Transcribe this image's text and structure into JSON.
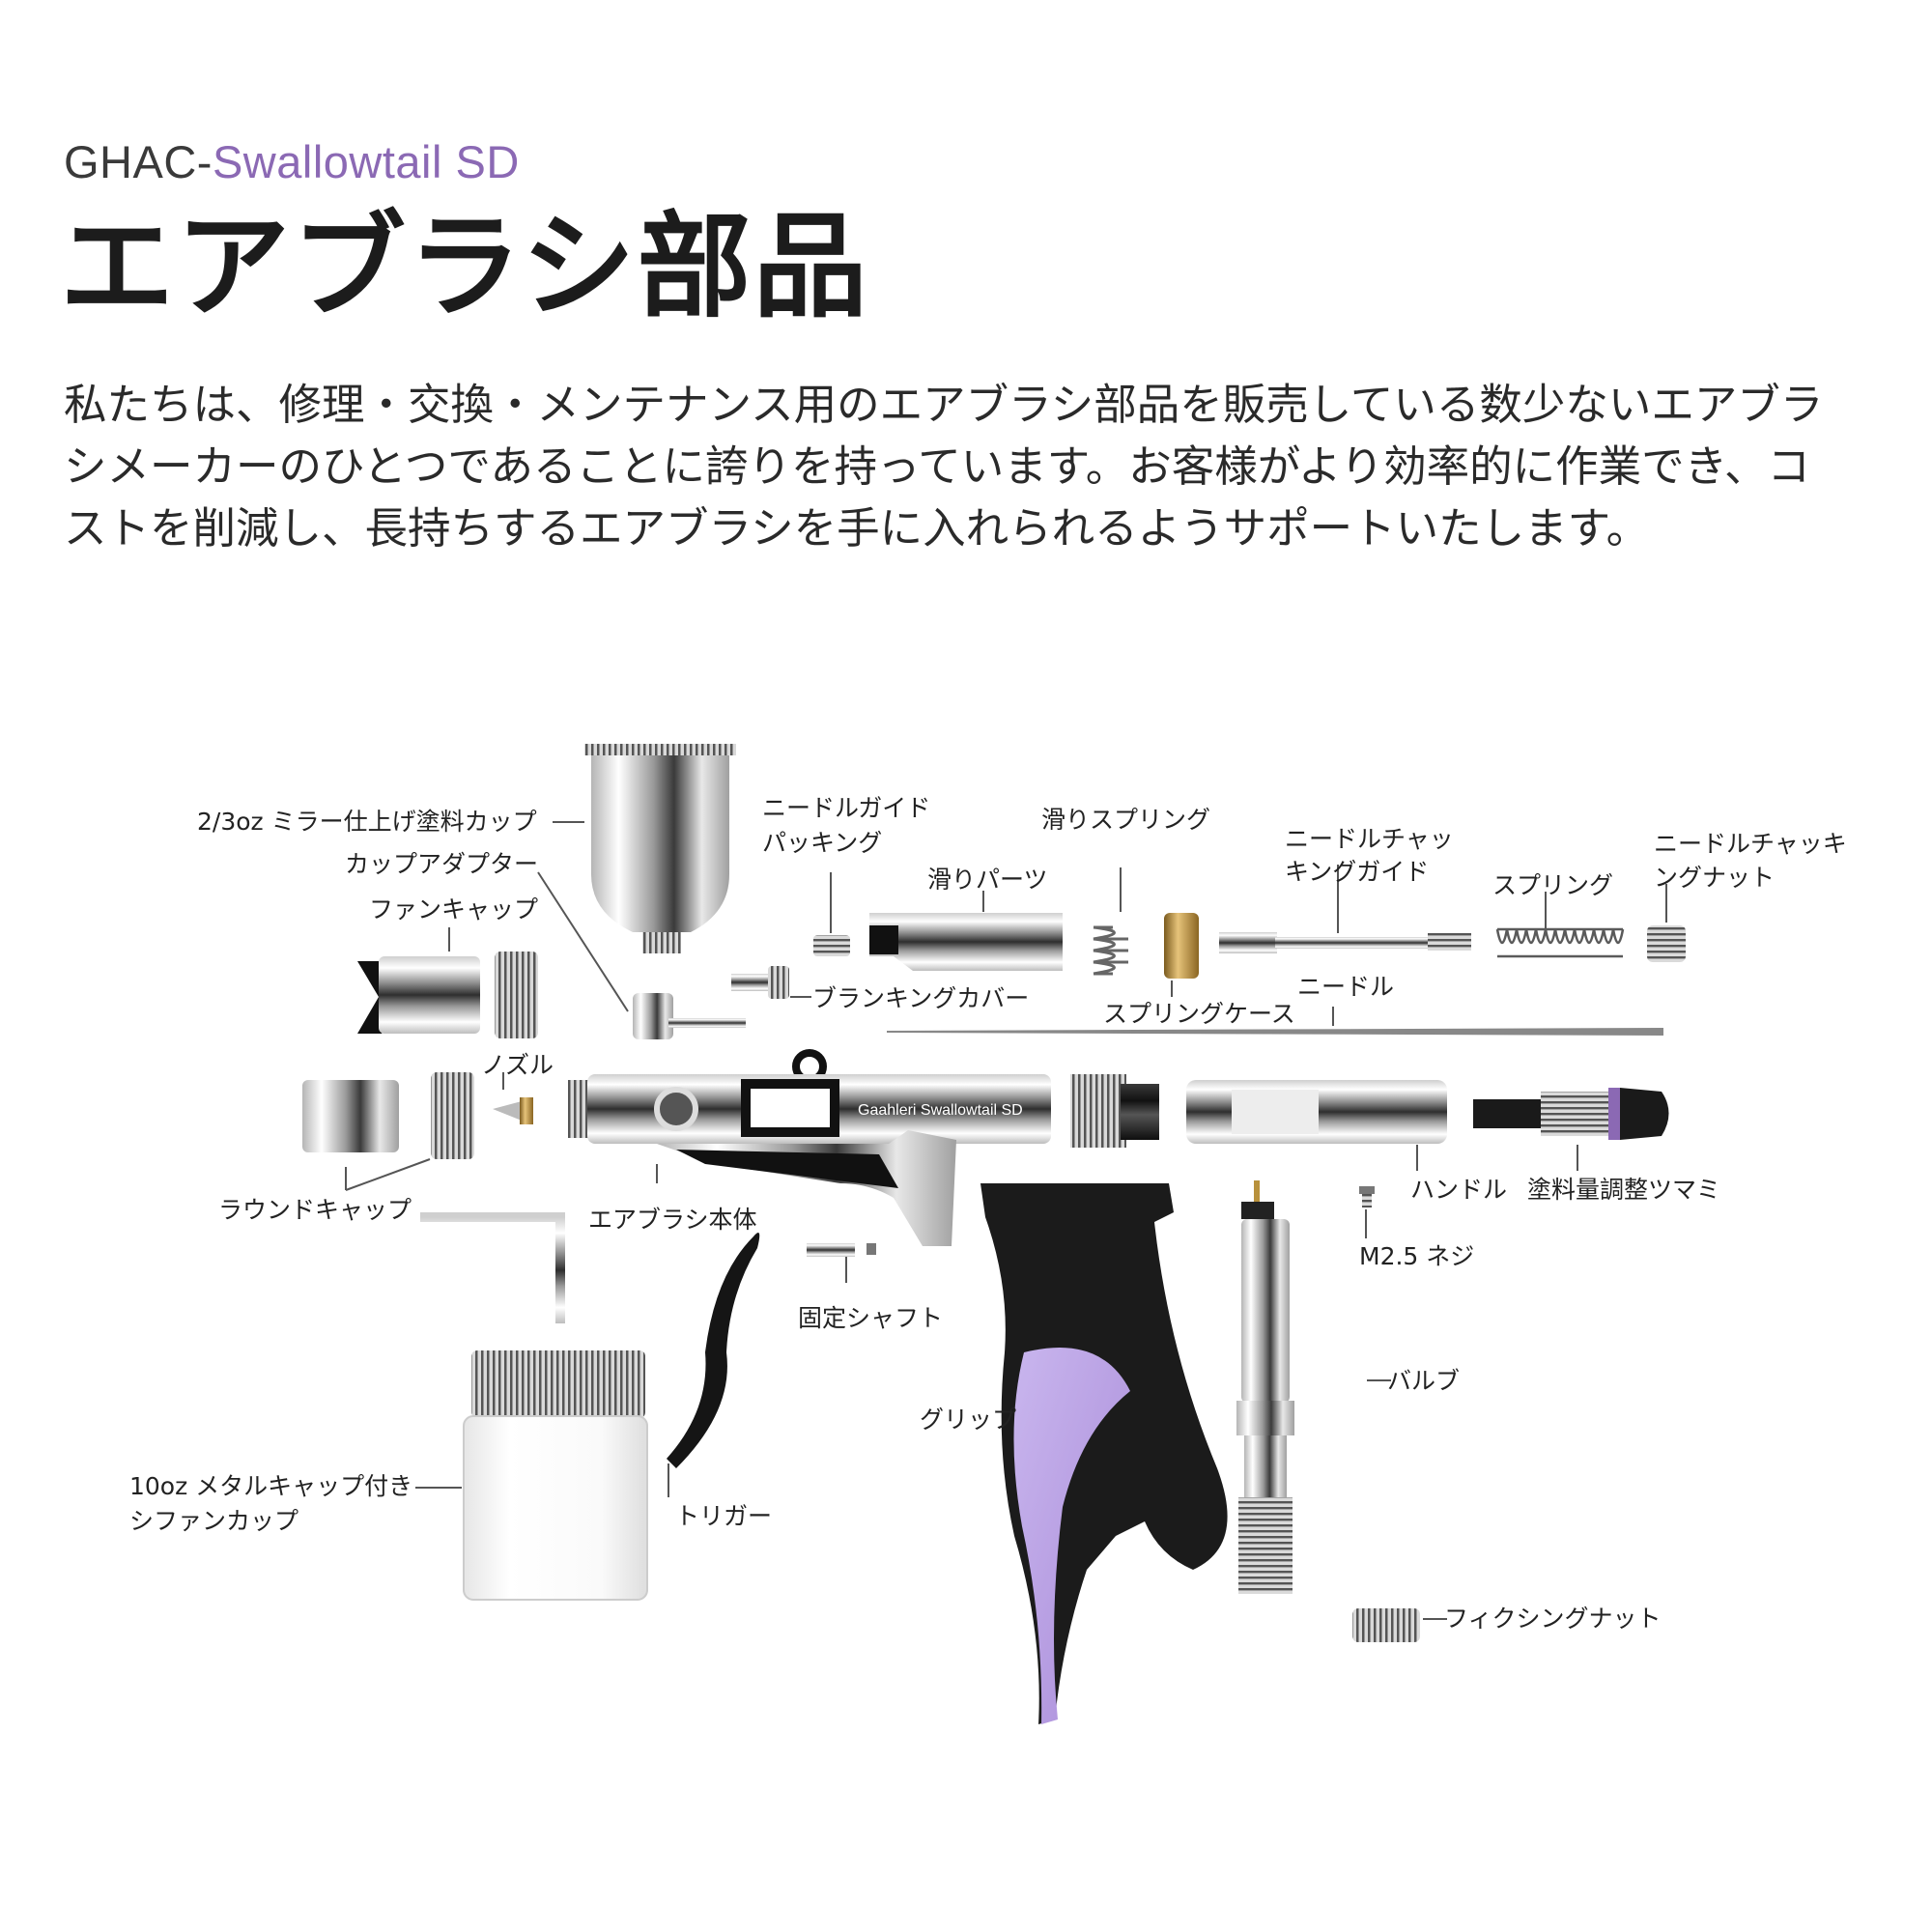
{
  "header": {
    "brand_prefix": "GHAC-",
    "brand_suffix": "Swallowtail SD",
    "title": "エアブラシ部品",
    "intro_lines": [
      "私たちは、修理・交換・メンテナンス用のエアブラシ部品を販売している数少ないエアブラ",
      "シメーカーのひとつであることに誇りを持っています。お客様がより効率的に作業でき、コ",
      "ストを削減し、長持ちするエアブラシを手に入れられるようサポートいたします。"
    ]
  },
  "body_marking": "Gaahleri Swallowtail SD",
  "parts": {
    "paint_cup": "2/3oz ミラー仕上げ塗料カップ",
    "cup_adapter": "カップアダプター",
    "fan_cap": "ファンキャップ",
    "needle_guide_packing_1": "ニードルガイド",
    "needle_guide_packing_2": "パッキング",
    "slide_part": "滑りパーツ",
    "slide_spring": "滑りスプリング",
    "chucking_guide_1": "ニードルチャッ",
    "chucking_guide_2": "キングガイド",
    "spring": "スプリング",
    "chucking_nut_1": "ニードルチャッキ",
    "chucking_nut_2": "ングナット",
    "blanking_cover": "ブランキングカバー",
    "spring_case": "スプリングケース",
    "needle": "ニードル",
    "nozzle": "ノズル",
    "round_cap": "ラウンドキャップ",
    "body": "エアブラシ本体",
    "handle": "ハンドル",
    "paint_adjust_knob": "塗料量調整ツマミ",
    "screw": "M2.5 ネジ",
    "fixing_shaft": "固定シャフト",
    "valve": "バルブ",
    "grip": "グリップ",
    "siphon_cup_1": "10oz メタルキャップ付き",
    "siphon_cup_2": "シファンカップ",
    "trigger": "トリガー",
    "fixing_nut": "フィクシングナット"
  },
  "colors": {
    "chrome_light": "#f4f4f4",
    "chrome_dark": "#6e6e6e",
    "black_part": "#1a1a1a",
    "grip_accent": "#b49be0",
    "brand_purple": "#8b69b4",
    "brass": "#b8913c"
  }
}
